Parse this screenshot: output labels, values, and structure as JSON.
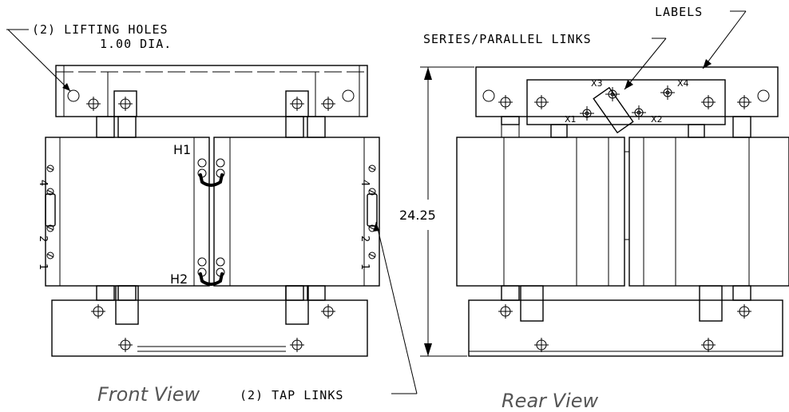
{
  "callouts": {
    "lifting_holes_line1": "(2) LIFTING HOLES",
    "lifting_holes_line2": "1.00 DIA.",
    "labels": "LABELS",
    "series_parallel_links": "SERIES/PARALLEL LINKS",
    "tap_links": "(2) TAP LINKS"
  },
  "terminals": {
    "h1": "H1",
    "h2": "H2",
    "x1": "X1",
    "x2": "X2",
    "x3": "X3",
    "x4": "X4"
  },
  "tap_numbers": {
    "left": [
      "4",
      "2",
      "1"
    ],
    "right": [
      "4",
      "2",
      "1"
    ]
  },
  "dimension": {
    "height": "24.25"
  },
  "views": {
    "front": "Front View",
    "rear": "Rear View"
  }
}
